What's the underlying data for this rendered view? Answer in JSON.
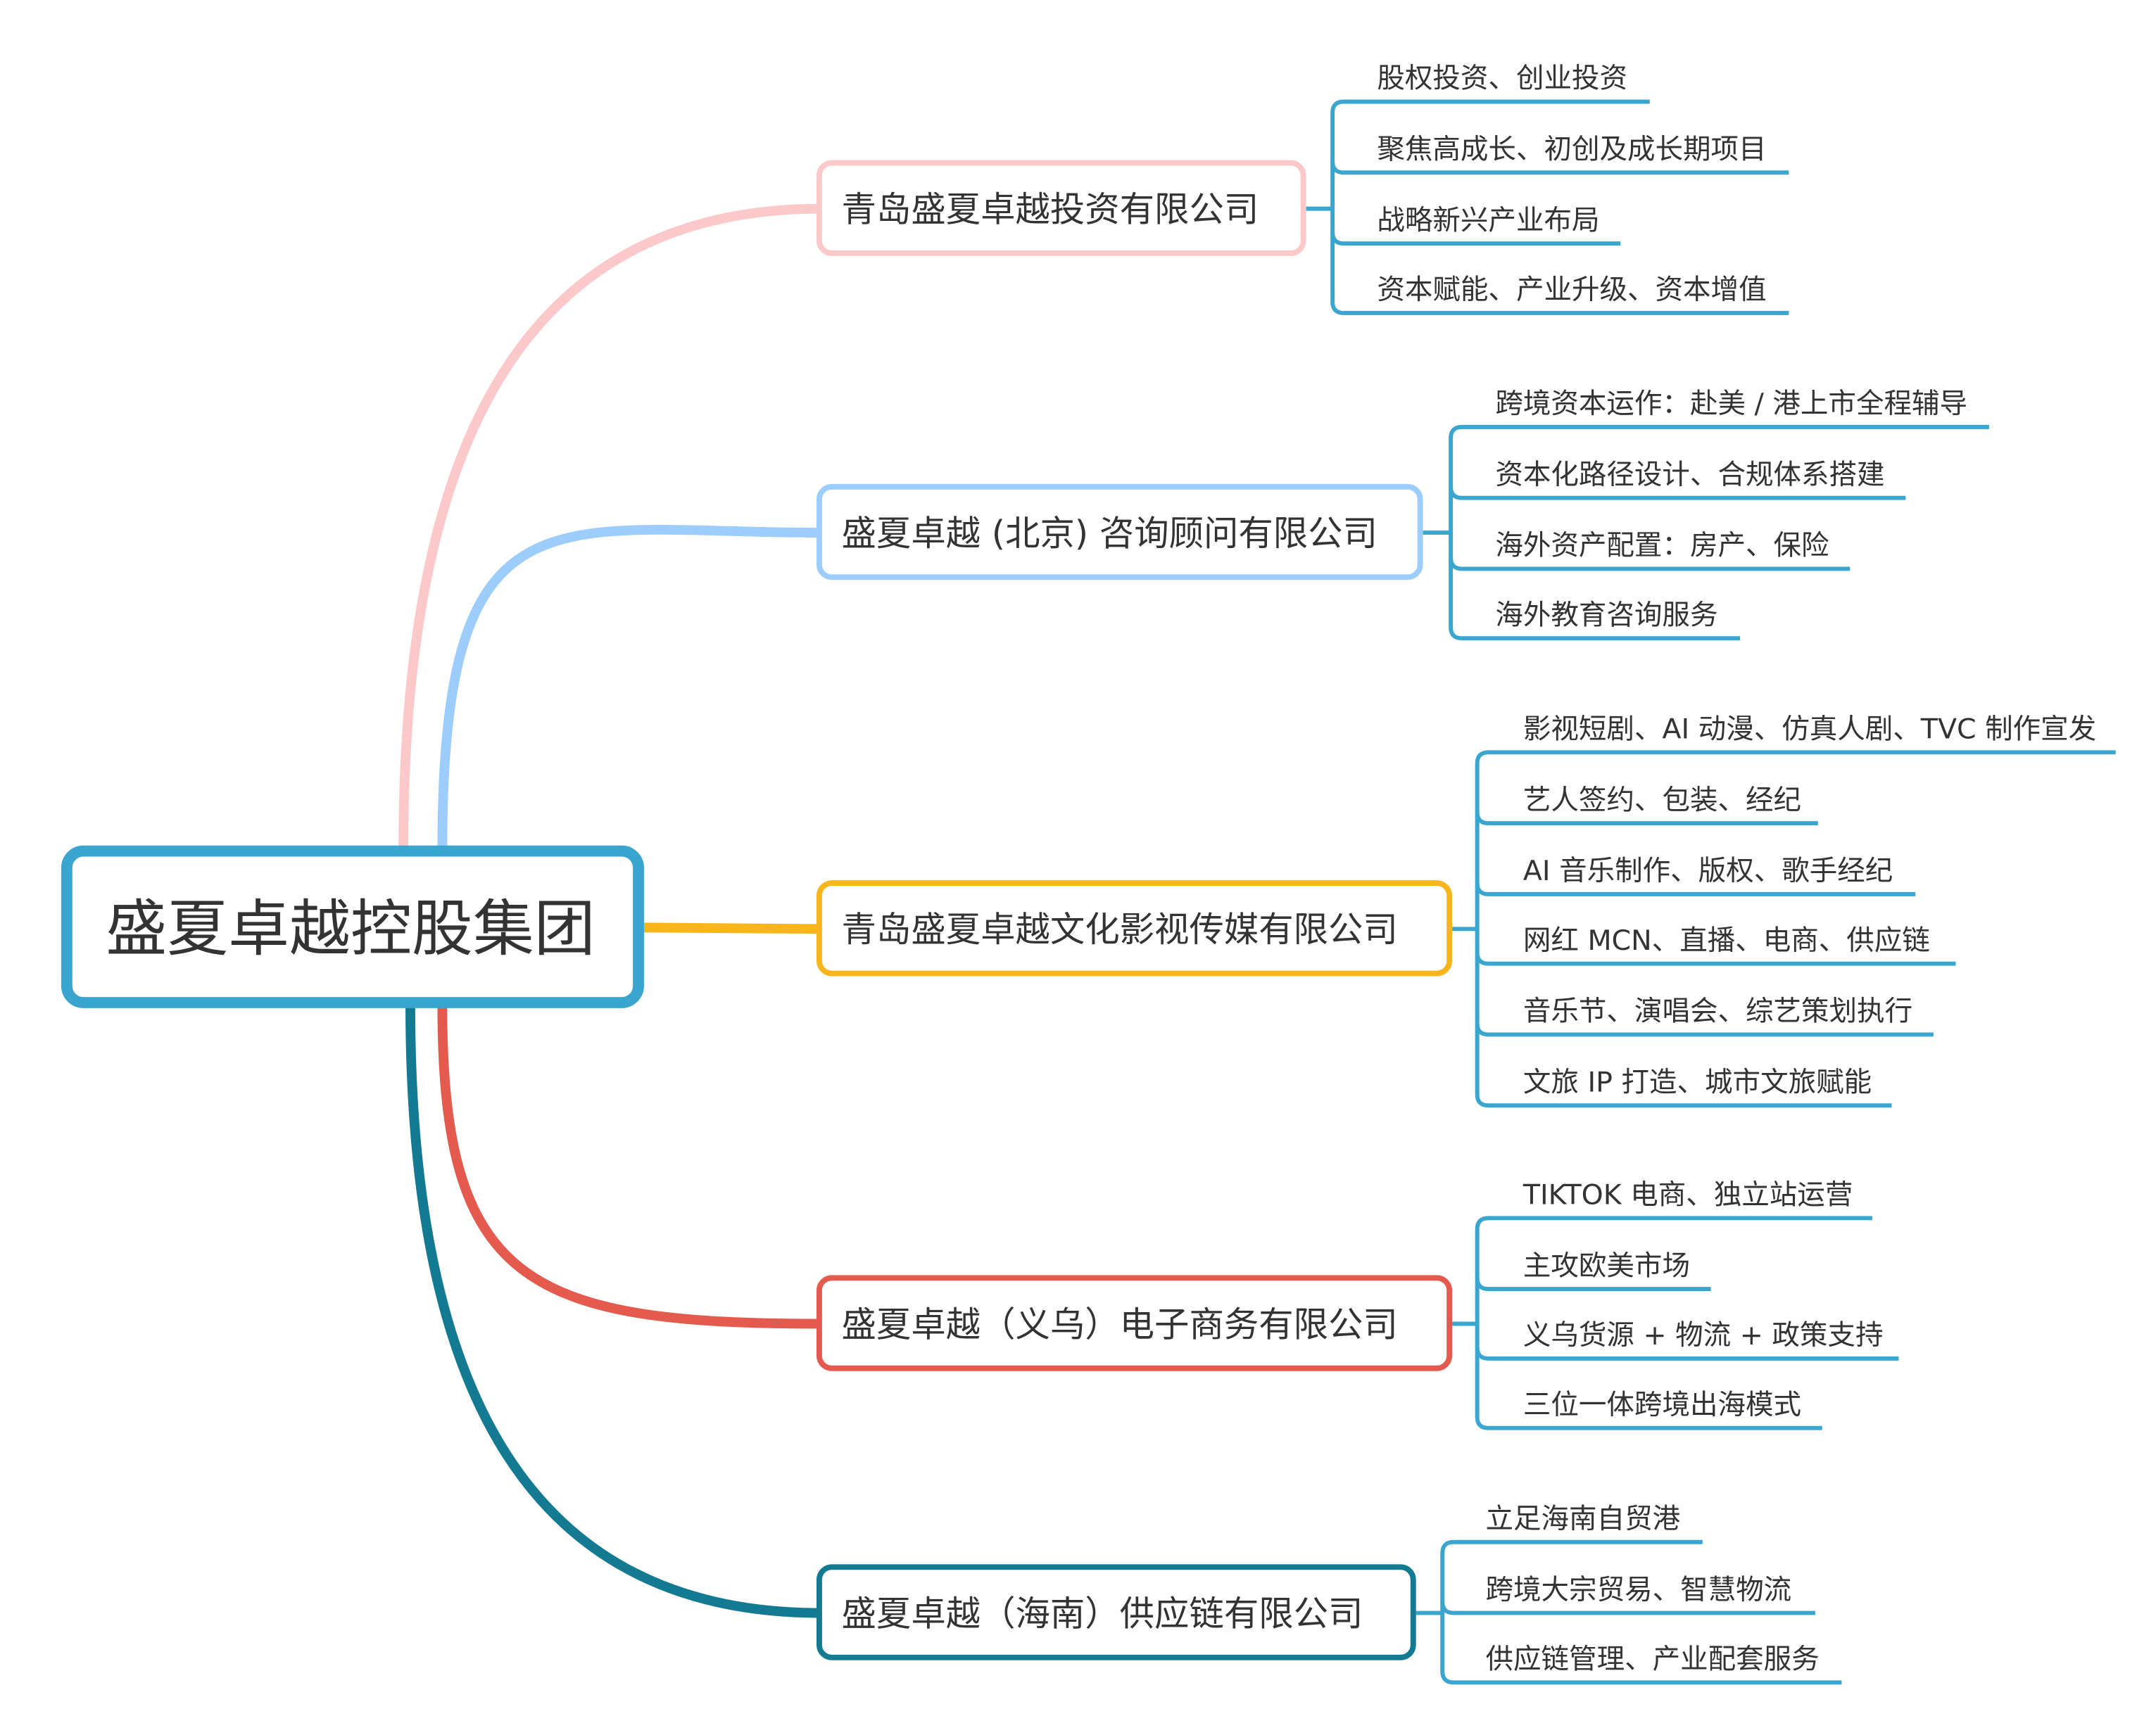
{
  "colors": {
    "root": "#3aa6cf",
    "connector": "#3aa6cf",
    "text": "#333333",
    "branches": [
      "#fcc9cb",
      "#9ccdfc",
      "#f8b61c",
      "#e55a4e",
      "#147a92"
    ]
  },
  "root": {
    "label": "盛夏卓越控股集团"
  },
  "branches": [
    {
      "label": "青岛盛夏卓越投资有限公司",
      "leaves": [
        "股权投资、创业投资",
        "聚焦高成长、初创及成长期项目",
        "战略新兴产业布局",
        "资本赋能、产业升级、资本增值"
      ]
    },
    {
      "label": "盛夏卓越 (北京) 咨询顾问有限公司",
      "leaves": [
        "跨境资本运作：赴美 / 港上市全程辅导",
        "资本化路径设计、合规体系搭建",
        "海外资产配置：房产、保险",
        "海外教育咨询服务"
      ]
    },
    {
      "label": "青岛盛夏卓越文化影视传媒有限公司",
      "leaves": [
        "影视短剧、AI 动漫、仿真人剧、TVC 制作宣发",
        "艺人签约、包装、经纪",
        "AI 音乐制作、版权、歌手经纪",
        "网红 MCN、直播、电商、供应链",
        "音乐节、演唱会、综艺策划执行",
        "文旅 IP 打造、城市文旅赋能"
      ]
    },
    {
      "label": "盛夏卓越（义乌）电子商务有限公司",
      "leaves": [
        "TIKTOK 电商、独立站运营",
        "主攻欧美市场",
        "义乌货源 + 物流 + 政策支持",
        "三位一体跨境出海模式"
      ]
    },
    {
      "label": "盛夏卓越（海南）供应链有限公司",
      "leaves": [
        "立足海南自贸港",
        "跨境大宗贸易、智慧物流",
        "供应链管理、产业配套服务"
      ]
    }
  ]
}
